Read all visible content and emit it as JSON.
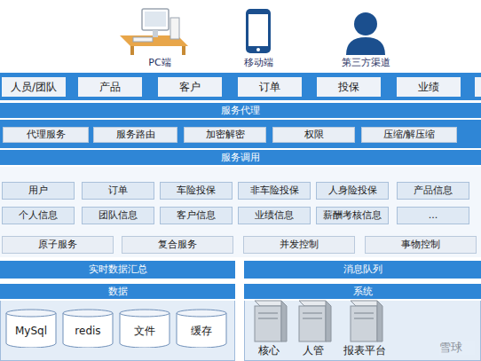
{
  "diagram": {
    "nodes": [
      {
        "text": [
          "人员/团队"
        ]
      },
      {
        "text": [
          "产品"
        ]
      },
      {
        "text": [
          "客户"
        ]
      },
      {
        "text": [
          "订单"
        ]
      },
      {
        "text": [
          "投保"
        ]
      },
      {
        "text": [
          "业绩"
        ]
      },
      {
        "text": [
          "服务代理"
        ]
      },
      {
        "text": [
          "代理服务"
        ],
        "in": 6
      },
      {
        "text": [
          "服务路由"
        ],
        "in": 6
      },
      {
        "text": [
          "加密解密"
        ],
        "in": 6
      },
      {
        "text": [
          "权限"
        ],
        "in": 6
      },
      {
        "text": [
          "压缩/解压缩"
        ],
        "in": 6
      },
      {
        "text": [
          "服务调用"
        ]
      },
      {
        "text": [
          "用户"
        ],
        "in": 12
      },
      {
        "text": [
          "订单"
        ],
        "in": 12
      },
      {
        "text": [
          "车险投保"
        ],
        "in": 12
      },
      {
        "text": [
          "非车险投保"
        ],
        "in": 12
      },
      {
        "text": [
          "人身险投保"
        ],
        "in": 12
      },
      {
        "text": [
          "产品信息"
        ],
        "in": 12
      },
      {
        "text": [
          "个人信息"
        ],
        "in": 12
      },
      {
        "text": [
          "团队信息"
        ],
        "in": 12
      },
      {
        "text": [
          "客户信息"
        ],
        "in": 12
      },
      {
        "text": [
          "业绩信息"
        ],
        "in": 12
      },
      {
        "text": [
          "薪酬考核信息"
        ],
        "in": 12
      },
      {
        "text": [
          "..."
        ],
        "in": 12
      },
      {
        "text": [
          "原子服务"
        ],
        "in": 12
      },
      {
        "text": [
          "复合服务"
        ],
        "in": 12
      },
      {
        "text": [
          "并发控制"
        ],
        "in": 12
      },
      {
        "text": [
          "事物控制"
        ],
        "in": 12
      },
      {
        "text": [
          "实时数据汇总"
        ]
      },
      {
        "text": [
          "消息队列"
        ]
      },
      {
        "text": [
          "数据"
        ]
      },
      {
        "text": [
          "MySql"
        ],
        "in": 31
      },
      {
        "text": [
          "redis"
        ],
        "in": 31
      },
      {
        "text": [
          "文件"
        ],
        "in": 31
      },
      {
        "text": [
          "缓存"
        ],
        "in": 31
      },
      {
        "text": [
          "系统"
        ]
      },
      {
        "text": [
          "核心"
        ],
        "in": 36
      },
      {
        "text": [
          "人管"
        ],
        "in": 36
      },
      {
        "text": [
          "报表平台"
        ],
        "in": 36
      }
    ],
    "labels": [
      "PC端",
      "移动端",
      "第三方渠道",
      "雪球"
    ]
  }
}
